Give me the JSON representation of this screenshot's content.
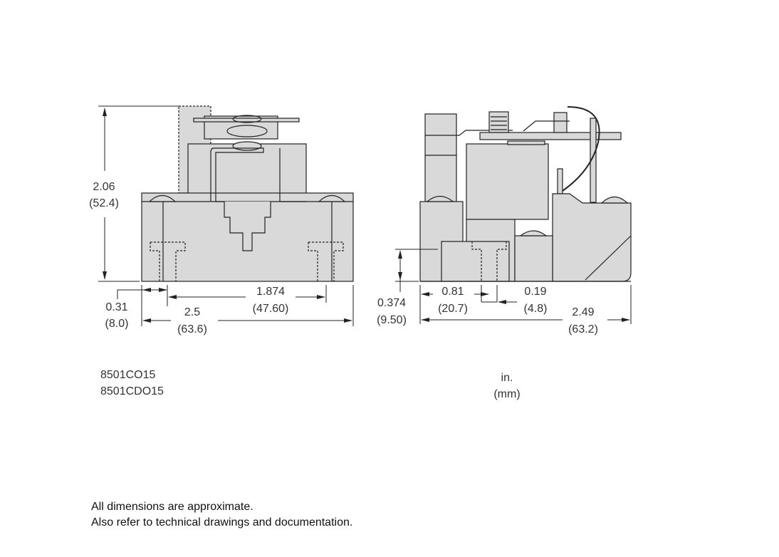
{
  "colors": {
    "body_fill": "#d9d9d9",
    "line": "#222222"
  },
  "front_view": {
    "height": {
      "in": "2.06",
      "mm": "(52.4)"
    },
    "offset": {
      "in": "0.31",
      "mm": "(8.0)"
    },
    "width": {
      "in": "2.5",
      "mm": "(63.6)"
    },
    "mount_spacing": {
      "in": "1.874",
      "mm": "(47.60)"
    }
  },
  "side_view": {
    "mount_height": {
      "in": "0.374",
      "mm": "(9.50)"
    },
    "offset": {
      "in": "0.81",
      "mm": "(20.7)"
    },
    "slot": {
      "in": "0.19",
      "mm": "(4.8)"
    },
    "width": {
      "in": "2.49",
      "mm": "(63.2)"
    }
  },
  "part_numbers": [
    "8501CO15",
    "8501CDO15"
  ],
  "units": {
    "primary": "in.",
    "secondary": "(mm)"
  },
  "notes": [
    "All dimensions are approximate.",
    "Also refer to technical drawings and documentation."
  ]
}
